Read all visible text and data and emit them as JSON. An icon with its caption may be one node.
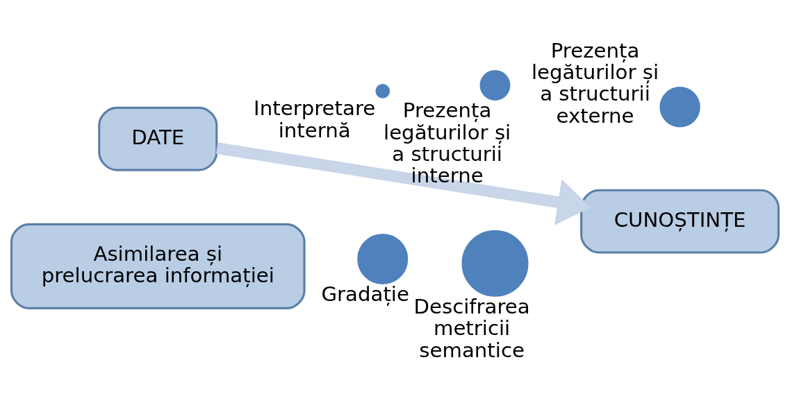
{
  "diagram": {
    "nodes": [
      {
        "text": [
          "DATE"
        ]
      },
      {
        "text": [],
        "shape": "circle",
        "beside": [
          "Interpretare internă"
        ]
      },
      {
        "text": [],
        "shape": "circle",
        "beside": [
          "Prezența legăturilor și a structurii interne"
        ]
      },
      {
        "text": [],
        "shape": "circle",
        "beside": [
          "Prezența legăturilor și a structurii externe"
        ]
      },
      {
        "text": [],
        "shape": "circle",
        "beside": [
          "Gradație"
        ]
      },
      {
        "text": [],
        "shape": "circle",
        "beside": [
          "Descifrarea metricii semantice"
        ]
      },
      {
        "text": [
          "Asimilarea și prelucrarea informației"
        ]
      },
      {
        "text": [
          "CUNOȘTINȚE"
        ]
      }
    ],
    "edges": [
      {
        "from": 0,
        "to": 7,
        "arrow": "to",
        "color": "#c9d5e8"
      }
    ]
  }
}
